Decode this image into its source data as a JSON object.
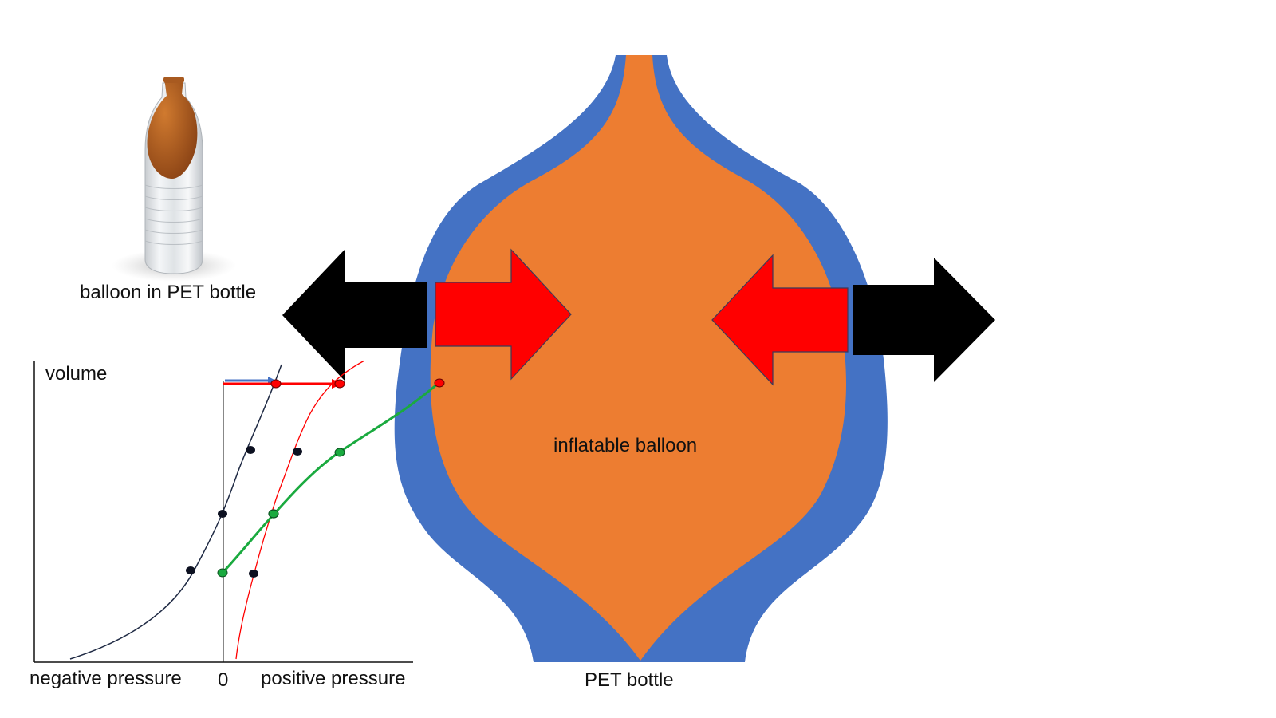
{
  "labels": {
    "balloon_in_bottle": "balloon in PET bottle",
    "volume": "volume",
    "negative_pressure": "negative pressure",
    "zero": "0",
    "positive_pressure": "positive pressure",
    "inflatable_balloon": "inflatable balloon",
    "pet_bottle": "PET bottle"
  },
  "colors": {
    "bottle": "#4472C4",
    "balloon": "#ED7D31",
    "inward_arrow": "#FF0000",
    "outward_arrow": "#000000",
    "curve_dark": "#1F2A44",
    "curve_red": "#FF0000",
    "curve_green": "#1AAA3F",
    "axis": "#111111"
  },
  "icons": {
    "photo": "balloon-in-bottle-photo",
    "inward": "inward-pressure-arrow",
    "outward": "outward-pressure-arrow"
  }
}
